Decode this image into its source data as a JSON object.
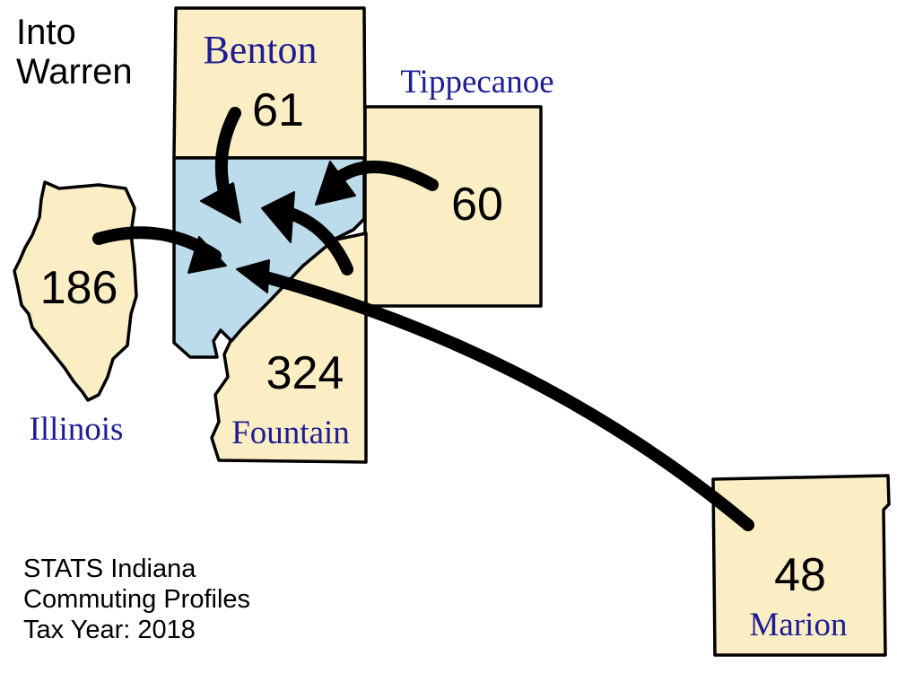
{
  "title": {
    "line1": "Into",
    "line2": "Warren"
  },
  "home_region": "Warren",
  "flows": {
    "benton": {
      "name": "Benton",
      "value": "61"
    },
    "tippecanoe": {
      "name": "Tippecanoe",
      "value": "60"
    },
    "illinois": {
      "name": "Illinois",
      "value": "186"
    },
    "fountain": {
      "name": "Fountain",
      "value": "324"
    },
    "marion": {
      "name": "Marion",
      "value": "48"
    }
  },
  "footer": {
    "line1": "STATS Indiana",
    "line2": "Commuting Profiles",
    "line3": "Tax Year: 2018"
  },
  "colors": {
    "home_fill": "#bcdcec",
    "origin_fill": "#fbeec4",
    "label_color": "#1d1d94",
    "arrow_color": "#000000"
  }
}
